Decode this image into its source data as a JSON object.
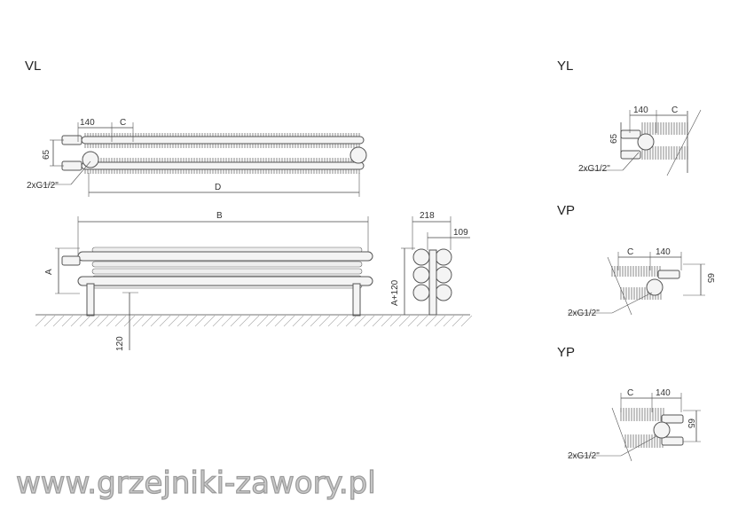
{
  "sections": {
    "vl": "VL",
    "yl": "YL",
    "vp": "VP",
    "yp": "YP"
  },
  "dims": {
    "vl_140": "140",
    "vl_c": "C",
    "vl_65": "65",
    "vl_conn": "2xG1/2\"",
    "vl_d": "D",
    "front_b": "B",
    "front_a": "A",
    "front_120": "120",
    "side_218": "218",
    "side_109": "109",
    "side_a120": "A+120",
    "yl_140": "140",
    "yl_c": "C",
    "yl_65": "65",
    "yl_conn": "2xG1/2\"",
    "vp_c": "C",
    "vp_140": "140",
    "vp_65": "65",
    "vp_conn": "2xG1/2\"",
    "yp_c": "C",
    "yp_140": "140",
    "yp_65": "65",
    "yp_conn": "2xG1/2\""
  },
  "watermark": "www.grzejniki-zawory.pl",
  "colors": {
    "line": "#444444",
    "watermark": "#c8c8c8"
  }
}
